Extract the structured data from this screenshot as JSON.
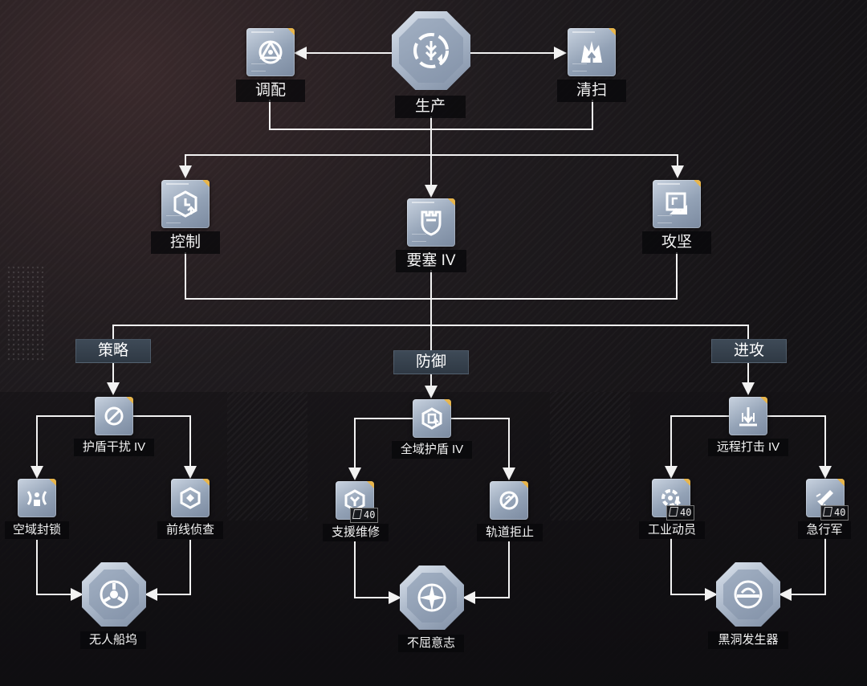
{
  "colors": {
    "line": "#f2f2f2",
    "accent": "#e8b54a",
    "icon_tile": "#93a2b6",
    "category_bg": "#35404c"
  },
  "top": {
    "center": {
      "label": "生产",
      "icon": "production-wheat-gear-icon"
    },
    "left": {
      "label": "调配",
      "icon": "allocation-triangle-icon"
    },
    "right": {
      "label": "清扫",
      "icon": "sweep-explosion-icon"
    }
  },
  "middle": {
    "left": {
      "label": "控制",
      "icon": "control-clock-icon"
    },
    "center": {
      "label": "要塞 IV",
      "icon": "fortress-shield-icon"
    },
    "right": {
      "label": "攻坚",
      "icon": "assault-fist-icon"
    }
  },
  "categories": {
    "strategy": "策略",
    "defense": "防御",
    "offense": "进攻"
  },
  "strategy": {
    "head": {
      "label": "护盾干扰 IV",
      "icon": "shield-disrupt-icon"
    },
    "left": {
      "label": "空域封锁",
      "icon": "airspace-lock-icon"
    },
    "right": {
      "label": "前线侦查",
      "icon": "frontline-scout-icon"
    },
    "final": {
      "label": "无人船坞",
      "icon": "drone-dock-icon"
    }
  },
  "defense": {
    "head": {
      "label": "全域护盾 IV",
      "icon": "global-shield-icon"
    },
    "left": {
      "label": "支援维修",
      "icon": "support-repair-icon",
      "badge": "40"
    },
    "right": {
      "label": "轨道拒止",
      "icon": "orbital-deny-icon"
    },
    "final": {
      "label": "不屈意志",
      "icon": "unyielding-will-icon"
    }
  },
  "offense": {
    "head": {
      "label": "远程打击 IV",
      "icon": "long-range-strike-icon"
    },
    "left": {
      "label": "工业动员",
      "icon": "industrial-mobilize-icon",
      "badge": "40"
    },
    "right": {
      "label": "急行军",
      "icon": "forced-march-icon",
      "badge": "40"
    },
    "final": {
      "label": "黑洞发生器",
      "icon": "black-hole-generator-icon"
    }
  }
}
